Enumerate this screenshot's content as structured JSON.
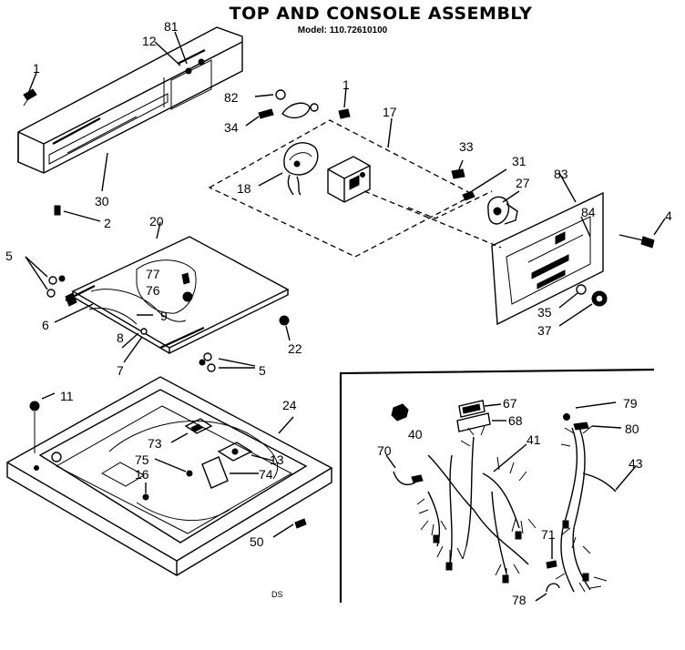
{
  "header": {
    "title": "TOP AND CONSOLE ASSEMBLY",
    "model": "Model: 110.72610100"
  },
  "footer": {
    "code": "DS"
  },
  "labels": {
    "p1a": "1",
    "p81": "81",
    "p12": "12",
    "p82": "82",
    "p1b": "1",
    "p34": "34",
    "p17": "17",
    "p33": "33",
    "p31": "31",
    "p27": "27",
    "p83": "83",
    "p84": "84",
    "p4": "4",
    "p18": "18",
    "p30": "30",
    "p2": "2",
    "p20": "20",
    "p5a": "5",
    "p77": "77",
    "p76": "76",
    "p6": "6",
    "p9": "9",
    "p8": "8",
    "p7": "7",
    "p22": "22",
    "p5b": "5",
    "p35": "35",
    "p37": "37",
    "p11": "11",
    "p24": "24",
    "p73": "73",
    "p75": "75",
    "p13": "13",
    "p74": "74",
    "p16": "16",
    "p50": "50",
    "p67": "67",
    "p68": "68",
    "p40": "40",
    "p79": "79",
    "p80": "80",
    "p70": "70",
    "p41": "41",
    "p43": "43",
    "p71": "71",
    "p78": "78"
  }
}
